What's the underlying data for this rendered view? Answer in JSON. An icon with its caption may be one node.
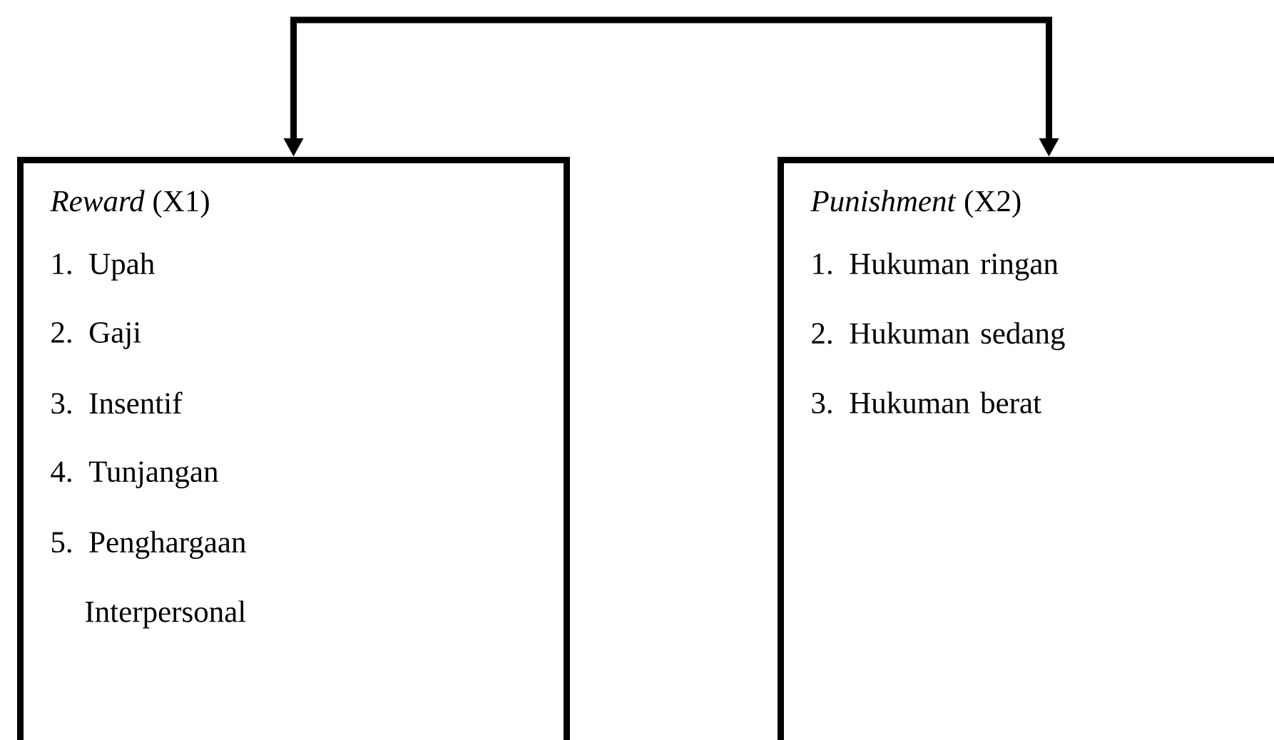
{
  "diagram": {
    "nodes": [
      {
        "text": [
          "*Reward* (X1)",
          "1. Upah",
          "2. Gaji",
          "3. Insentif",
          "4. Tunjangan",
          "5. Penghargaan Interpersonal"
        ]
      },
      {
        "text": [
          "*Punishment* (X2)",
          "1. Hukuman ringan",
          "2. Hukuman sedang",
          "3. Hukuman berat"
        ]
      }
    ],
    "edges": [
      {
        "from": null,
        "to": 0,
        "arrow": "to"
      },
      {
        "from": null,
        "to": 1,
        "arrow": "to"
      }
    ]
  }
}
